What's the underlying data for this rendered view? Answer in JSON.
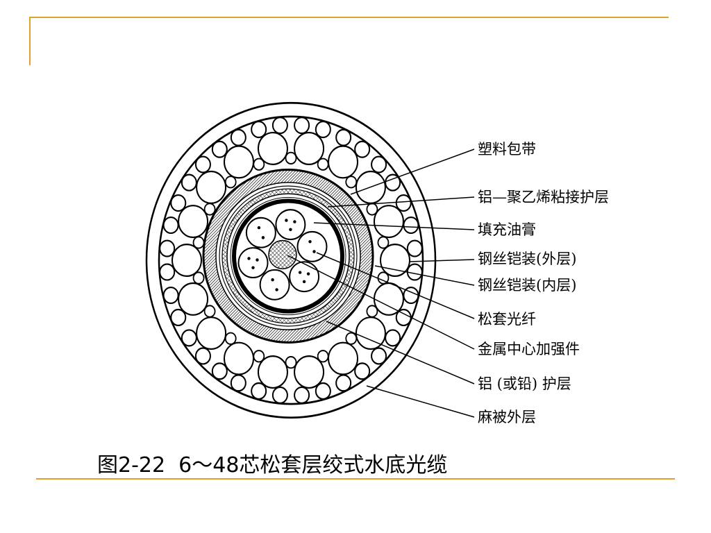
{
  "caption": "图2-22  6～48芯松套层绞式水底光缆",
  "diagram": {
    "labels": [
      "塑料包带",
      "铝—聚乙烯粘接护层",
      "填充油膏",
      "钢丝铠装(外层)",
      "钢丝铠装(内层)",
      "松套光纤",
      "金属中心加强件",
      "铝 (或铅) 护层",
      "麻被外层"
    ]
  },
  "colors": {
    "rule_line": "#DFA22F",
    "ink": "#000000",
    "background": "#FFFFFF"
  }
}
